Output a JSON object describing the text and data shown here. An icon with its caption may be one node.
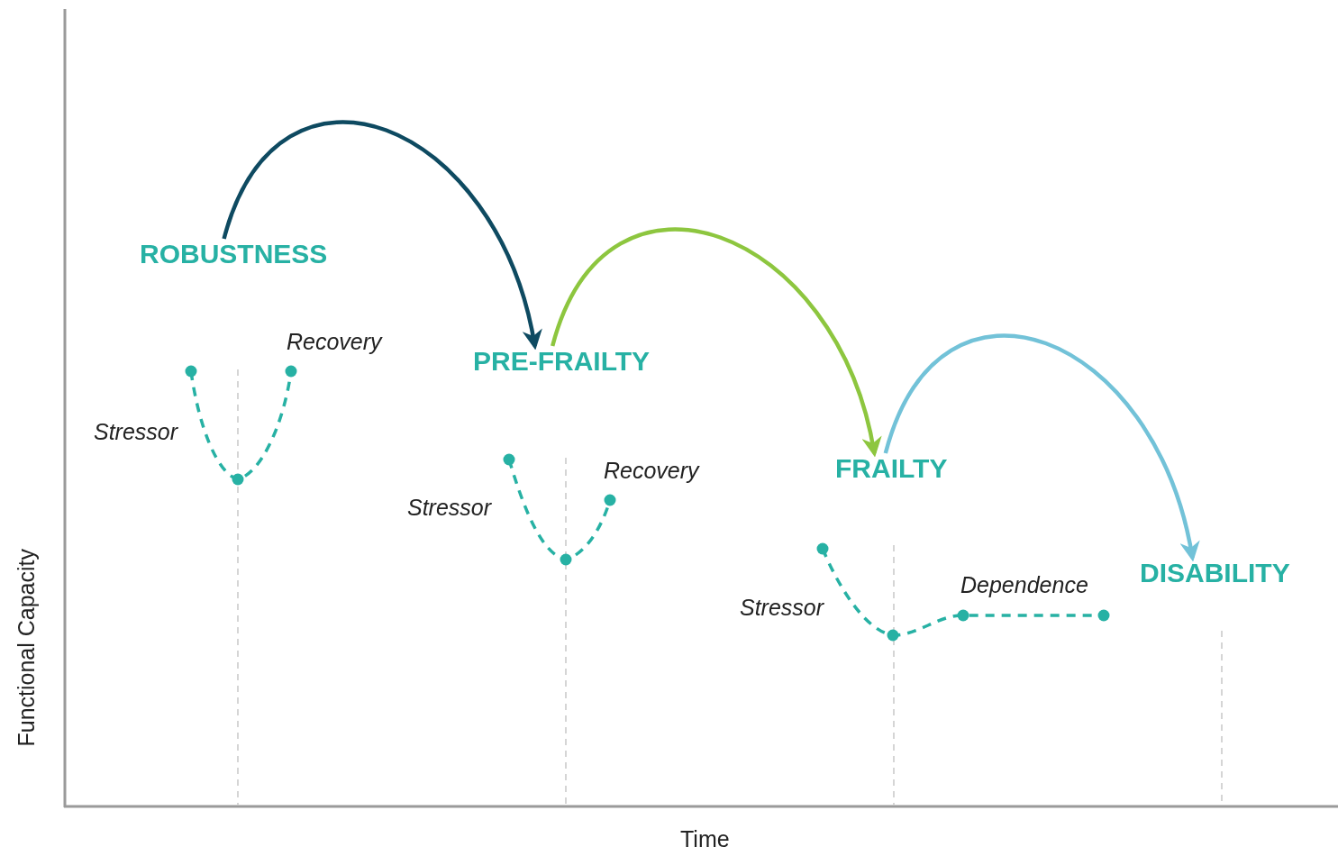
{
  "diagram": {
    "nodes": [
      {
        "text": [
          "ROBUSTNESS"
        ]
      },
      {
        "text": [
          "PRE-FRAILTY"
        ]
      },
      {
        "text": [
          "FRAILTY"
        ]
      },
      {
        "text": [
          "DISABILITY"
        ]
      }
    ],
    "edges": [
      {
        "from": 0,
        "to": 1,
        "arrow": "to",
        "color": "#0e4a61"
      },
      {
        "from": 1,
        "to": 2,
        "arrow": "to",
        "color": "#8dc63f"
      },
      {
        "from": 2,
        "to": 3,
        "arrow": "to",
        "color": "#72c2d8"
      }
    ],
    "labels": [
      "Recovery",
      "Stressor",
      "Recovery",
      "Stressor",
      "Dependence",
      "Stressor",
      "Functional Capacity",
      "Time"
    ]
  }
}
